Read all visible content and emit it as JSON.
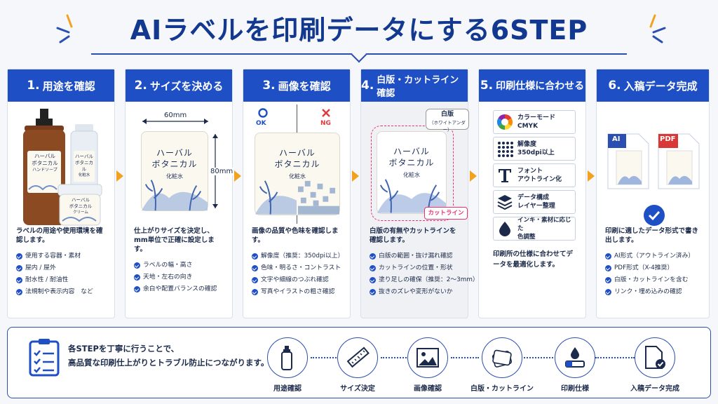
{
  "title": "AIラベルを印刷データにする6STEP",
  "steps": [
    {
      "num": "1.",
      "head": "用途を確認",
      "desc": "ラベルの用途や使用環境を確認します。",
      "checks": [
        "使用する容器・素材",
        "屋内 / 屋外",
        "耐水性 / 耐油性",
        "法規制や表示内容　など"
      ],
      "labels": {
        "big_1": "ハーバル",
        "big_2": "ボタニカル",
        "big_3": "ハンドソープ",
        "bottle_1": "ハーバル",
        "bottle_2": "ボタニカル",
        "bottle_3": "化粧水",
        "jar_1": "ハーバル",
        "jar_2": "ボタニカル",
        "jar_3": "クリーム"
      }
    },
    {
      "num": "2.",
      "head": "サイズを決める",
      "width_label": "60mm",
      "height_label": "80mm",
      "desc": "仕上がりサイズを決定し、mm単位で正確に設定します。",
      "checks": [
        "ラベルの幅・高さ",
        "天地・左右の向き",
        "余白や配置バランスの確認"
      ]
    },
    {
      "num": "3.",
      "head": "画像を確認",
      "ok": "OK",
      "ng": "NG",
      "desc": "画像の品質や色味を確認します。",
      "checks": [
        "解像度（推奨：350dpi以上）",
        "色味・明るさ・コントラスト",
        "文字や細線のつぶれ確認",
        "写真やイラストの粗さ確認"
      ]
    },
    {
      "num": "4.",
      "head": "白版・カットライン確認",
      "white_label": "白版",
      "white_sub": "（ホワイトアンダー）",
      "cut_label": "カットライン",
      "desc": "白版の有無やカットラインを確認します。",
      "checks": [
        "白版の範囲・抜け漏れ確認",
        "カットラインの位置・形状",
        "塗り足しの確保（推奨：2〜3mm）",
        "抜きのズレや変形がないか"
      ]
    },
    {
      "num": "5.",
      "head": "印刷仕様に合わせる",
      "specs": [
        {
          "line1": "カラーモード",
          "line2": "CMYK"
        },
        {
          "line1": "解像度",
          "line2": "350dpi以上"
        },
        {
          "line1": "フォント",
          "line2": "アウトライン化"
        },
        {
          "line1": "データ構成",
          "line2": "レイヤー整理"
        },
        {
          "line1": "インキ・素材に応じた",
          "line2": "色調整"
        }
      ],
      "desc": "印刷所の仕様に合わせてデータを最適化します。"
    },
    {
      "num": "6.",
      "head": "入稿データ完成",
      "file_ai": "AI",
      "file_pdf": "PDF",
      "desc": "印刷に適したデータ形式で書き出します。",
      "checks": [
        "AI形式（アウトライン済み）",
        "PDF形式（X-4推奨）",
        "白版・カットラインを含む",
        "リンク・埋め込みの確認"
      ]
    }
  ],
  "label_text": {
    "l1": "ハーバル",
    "l2": "ボタニカル",
    "l3": "化粧水"
  },
  "summary": {
    "line1": "各STEPを丁寧に行うことで、",
    "line2": "高品質な印刷仕上がりとトラブル防止につながります。"
  },
  "flow": [
    "用途確認",
    "サイズ決定",
    "画像確認",
    "白版・カットライン",
    "印刷仕様",
    "入稿データ完成"
  ],
  "colors": {
    "primary": "#1f4fc4",
    "accent": "#f2a21e",
    "cut": "#e8336f"
  }
}
